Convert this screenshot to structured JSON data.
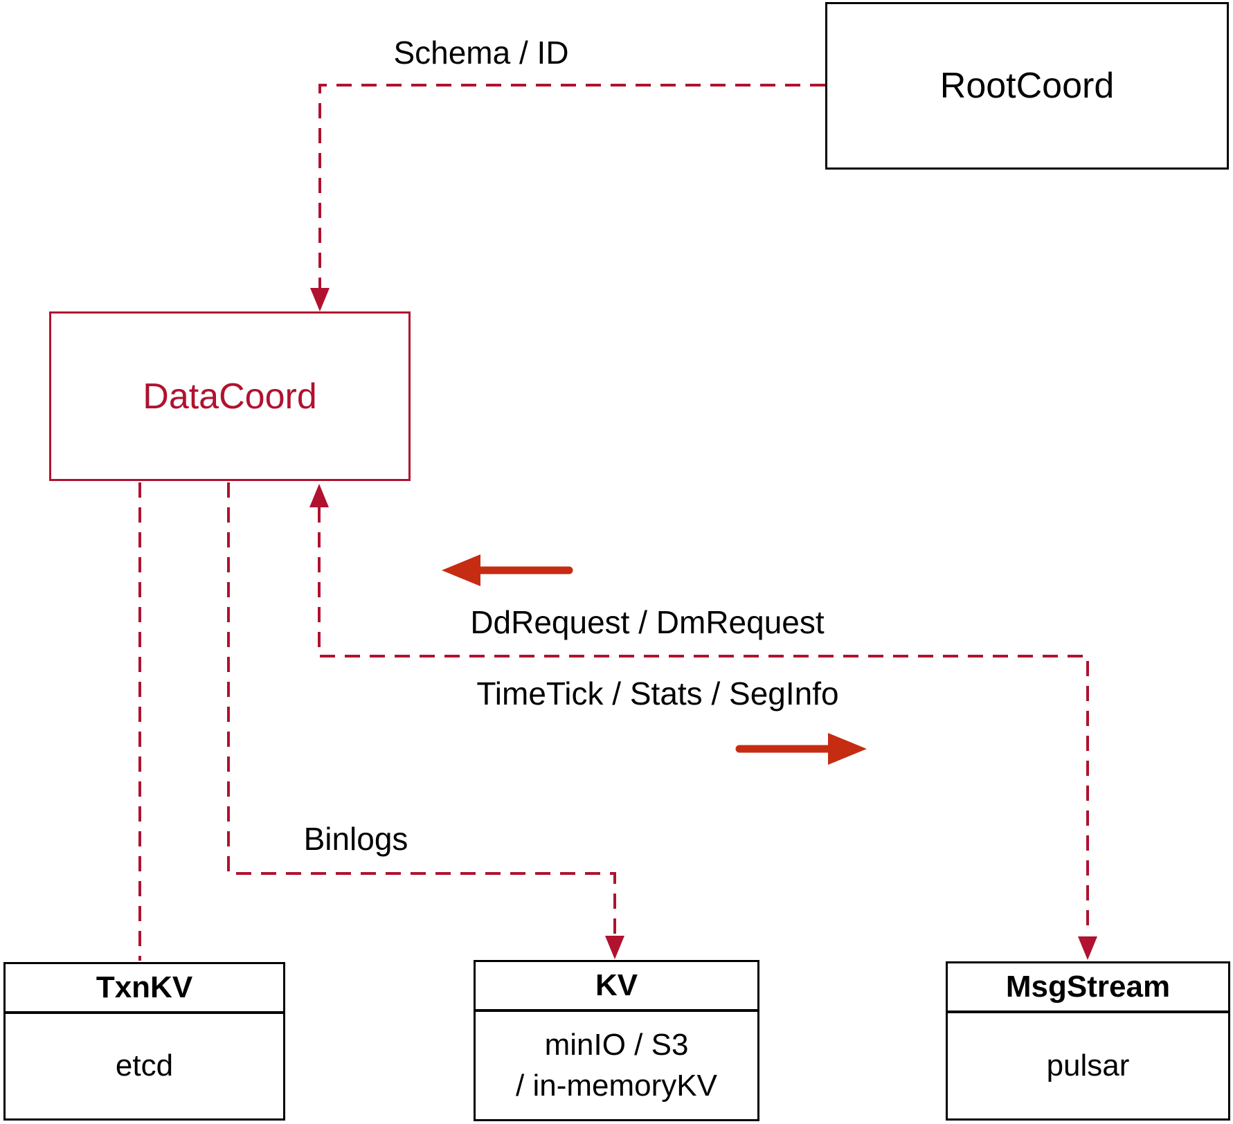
{
  "nodes": {
    "rootcoord": {
      "label": "RootCoord"
    },
    "datacoord": {
      "label": "DataCoord"
    },
    "txnkv": {
      "title": "TxnKV",
      "impl": "etcd"
    },
    "kv": {
      "title": "KV",
      "impl_line1": "minIO / S3",
      "impl_line2": "/ in-memoryKV"
    },
    "msgstream": {
      "title": "MsgStream",
      "impl": "pulsar"
    }
  },
  "edges": {
    "schema_id": {
      "label": "Schema / ID"
    },
    "ddrequest": {
      "label": "DdRequest / DmRequest"
    },
    "timetick": {
      "label": "TimeTick / Stats / SegInfo"
    },
    "binlogs": {
      "label": "Binlogs"
    }
  },
  "colors": {
    "dashed_line": "#b0122f",
    "solid_arrow": "#c52c12",
    "box_border": "#000000",
    "text": "#000000",
    "bg": "#ffffff"
  }
}
